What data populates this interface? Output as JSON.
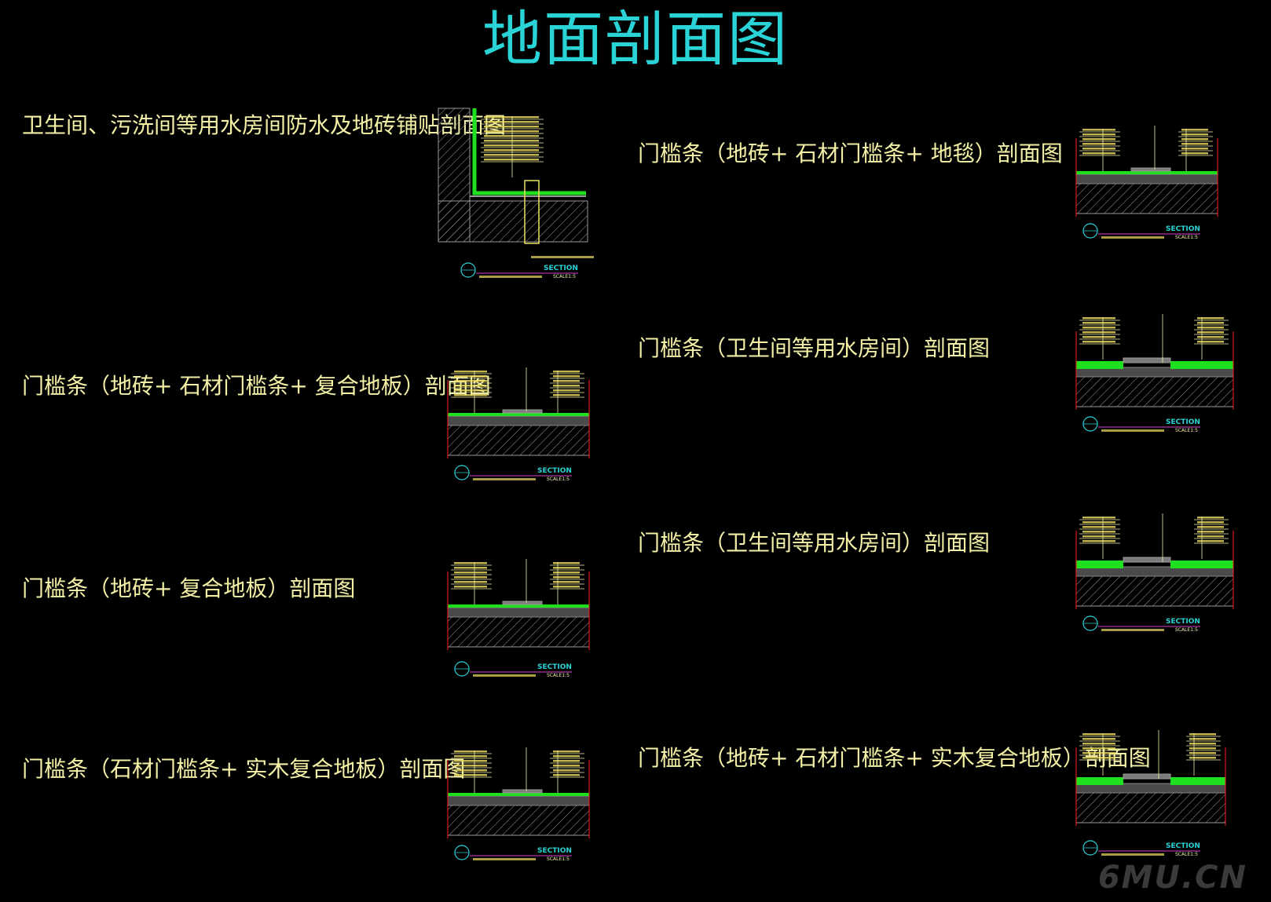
{
  "title": "地面剖面图",
  "accent_colors": {
    "title": "#29d3d6",
    "label": "#f4f0a6",
    "green": "#1ee01e",
    "grey": "#9a9a9a",
    "yellow": "#f0e060",
    "red": "#ff2020"
  },
  "sections": [
    {
      "label": "卫生间、污洗间等用水房间防水及地砖铺贴剖面图",
      "type": "corner",
      "stamp": "SECTION",
      "scale": "SCALE1:5"
    },
    {
      "label": "门槛条（地砖+ 石材门槛条+ 地毯）剖面图",
      "type": "floor",
      "stamp": "SECTION",
      "scale": "SCALE1:5"
    },
    {
      "label": "门槛条（地砖+ 石材门槛条+ 复合地板）剖面图",
      "type": "floor",
      "stamp": "SECTION",
      "scale": "SCALE1:5"
    },
    {
      "label": "门槛条（卫生间等用水房间）剖面图",
      "type": "step",
      "stamp": "SECTION",
      "scale": "SCALE1:5"
    },
    {
      "label": "门槛条（地砖+ 复合地板）剖面图",
      "type": "floor",
      "stamp": "SECTION",
      "scale": "SCALE1:5"
    },
    {
      "label": "门槛条（卫生间等用水房间）剖面图",
      "type": "step",
      "stamp": "SECTION",
      "scale": "SCALE1:5"
    },
    {
      "label": "门槛条（石材门槛条+ 实木复合地板）剖面图",
      "type": "floor",
      "stamp": "SECTION",
      "scale": "SCALE1:5"
    },
    {
      "label": "门槛条（地砖+ 石材门槛条+ 实木复合地板）剖面图",
      "type": "step",
      "stamp": "SECTION",
      "scale": "SCALE1:5"
    }
  ],
  "watermark": "6MU.CN"
}
